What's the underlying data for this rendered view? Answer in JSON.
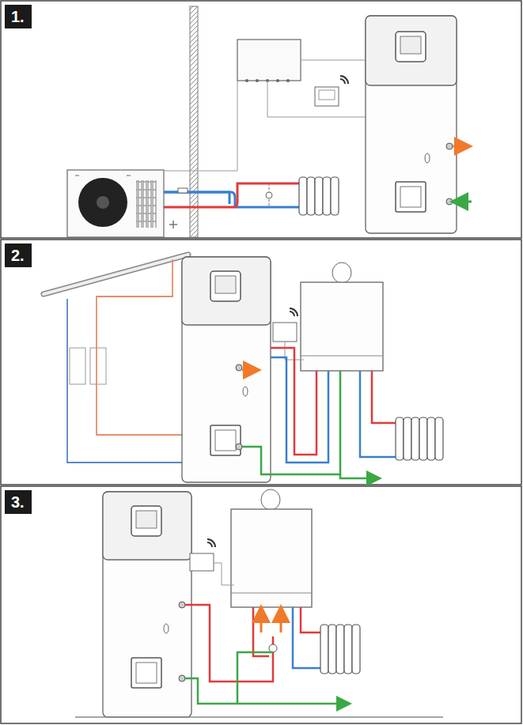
{
  "diagram": {
    "nodes": [
      {
        "text": [
          "1."
        ]
      },
      {
        "text": [
          "2."
        ]
      },
      {
        "text": [
          "3."
        ]
      }
    ]
  }
}
